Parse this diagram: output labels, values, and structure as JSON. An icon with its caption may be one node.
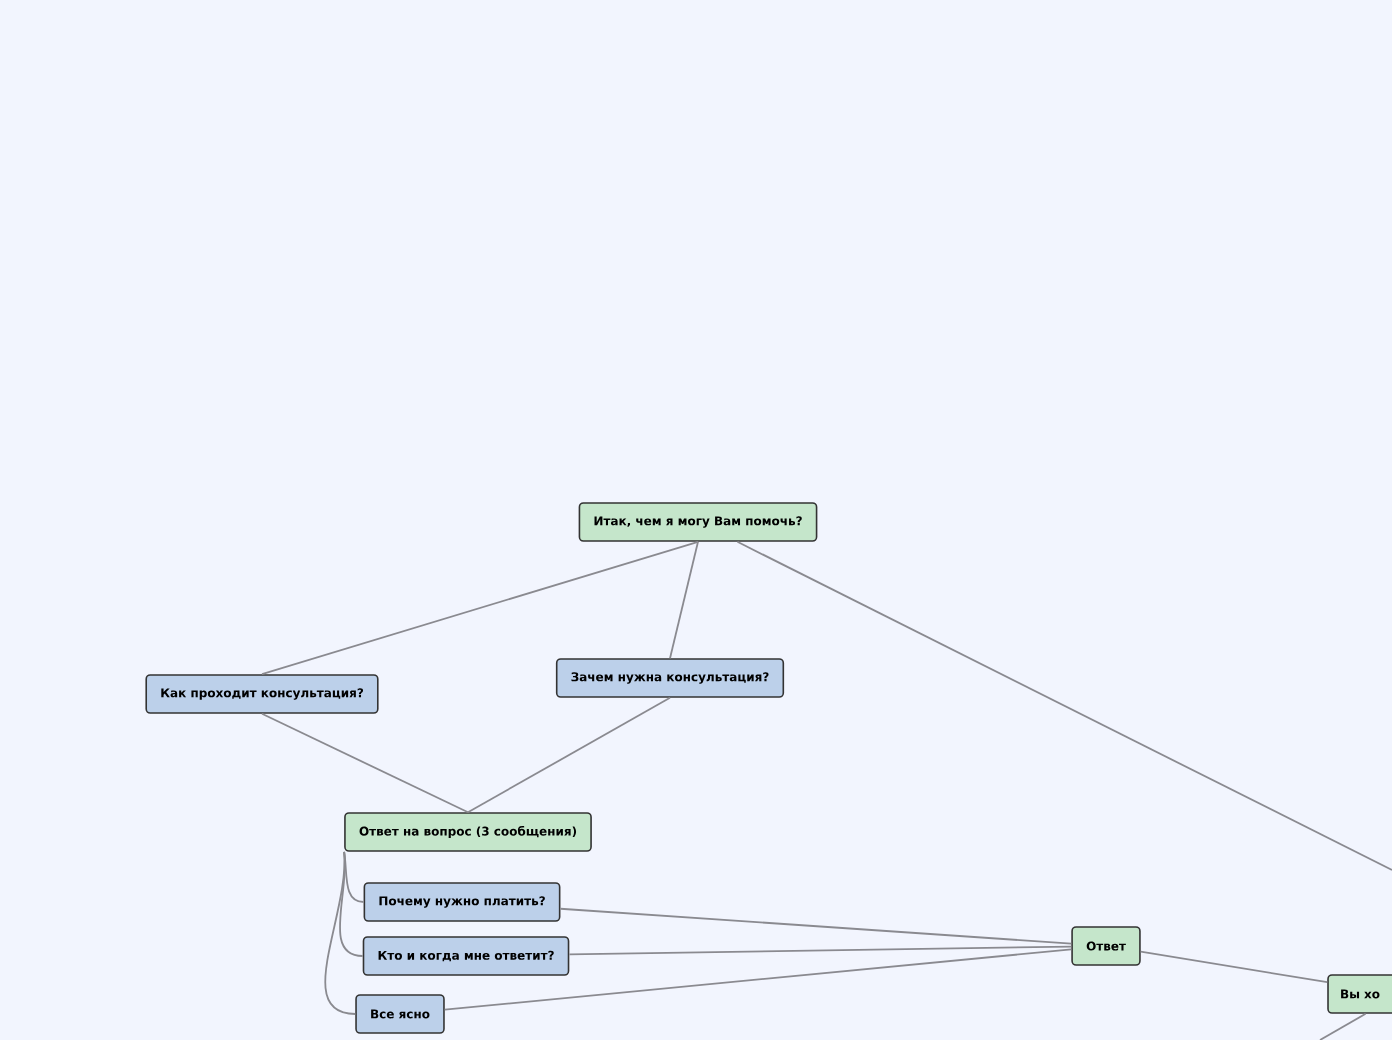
{
  "diagram": {
    "nodes": [
      {
        "text": [
          "Итак, чем я могу Вам помочь?"
        ]
      },
      {
        "text": [
          "Как проходит консультация?"
        ]
      },
      {
        "text": [
          "Зачем нужна консультация?"
        ]
      },
      {
        "text": [
          "Ответ на вопрос (3 сообщения)"
        ]
      },
      {
        "text": [
          "Почему нужно платить?"
        ]
      },
      {
        "text": [
          "Кто и когда мне ответит?"
        ]
      },
      {
        "text": [
          "Все ясно"
        ]
      },
      {
        "text": [
          "Ответ"
        ]
      },
      {
        "text": [
          "Вы хо"
        ]
      }
    ],
    "edges": [
      {
        "from": 0,
        "to": 1,
        "arrow": "none"
      },
      {
        "from": 0,
        "to": 2,
        "arrow": "none"
      },
      {
        "from": 0,
        "to": null,
        "arrow": "none"
      },
      {
        "from": 1,
        "to": 3,
        "arrow": "none"
      },
      {
        "from": 2,
        "to": 3,
        "arrow": "none"
      },
      {
        "from": 3,
        "to": 4,
        "arrow": "none"
      },
      {
        "from": 3,
        "to": 5,
        "arrow": "none"
      },
      {
        "from": 3,
        "to": 6,
        "arrow": "none"
      },
      {
        "from": 4,
        "to": 7,
        "arrow": "none"
      },
      {
        "from": 5,
        "to": 7,
        "arrow": "none"
      },
      {
        "from": 6,
        "to": 7,
        "arrow": "none"
      },
      {
        "from": 7,
        "to": 8,
        "arrow": "none"
      },
      {
        "from": 8,
        "to": null,
        "arrow": "none"
      }
    ]
  }
}
